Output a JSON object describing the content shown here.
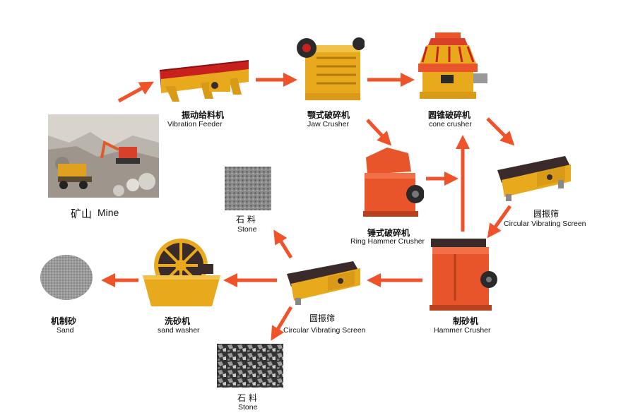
{
  "colors": {
    "arrow": "#f0522a",
    "machine_yellow": "#e8a91d",
    "machine_orange": "#e8552a",
    "machine_dark": "#3a2a2a"
  },
  "nodes": {
    "mine": {
      "cn": "矿山",
      "en": "Mine"
    },
    "vibration_feeder": {
      "cn": "振动给料机",
      "en": "Vibration  Feeder"
    },
    "jaw_crusher": {
      "cn": "颚式破碎机",
      "en": "Jaw Crusher"
    },
    "cone_crusher": {
      "cn": "圆锥破碎机",
      "en": "cone crusher"
    },
    "ring_hammer_crusher": {
      "cn": "锤式破碎机",
      "en": "Ring Hammer Crusher"
    },
    "circular_screen_right": {
      "cn": "圆振筛",
      "en": "Circular Vibrating Screen"
    },
    "hammer_crusher": {
      "cn": "制砂机",
      "en": "Hammer Crusher"
    },
    "circular_screen_center": {
      "cn": "圆振筛",
      "en": "Circular Vibrating Screen"
    },
    "stone_top": {
      "cn": "石 料",
      "en": "Stone"
    },
    "stone_bottom": {
      "cn": "石 料",
      "en": "Stone"
    },
    "sand_washer": {
      "cn": "洗砂机",
      "en": "sand washer"
    },
    "sand": {
      "cn": "机制砂",
      "en": "Sand"
    }
  }
}
